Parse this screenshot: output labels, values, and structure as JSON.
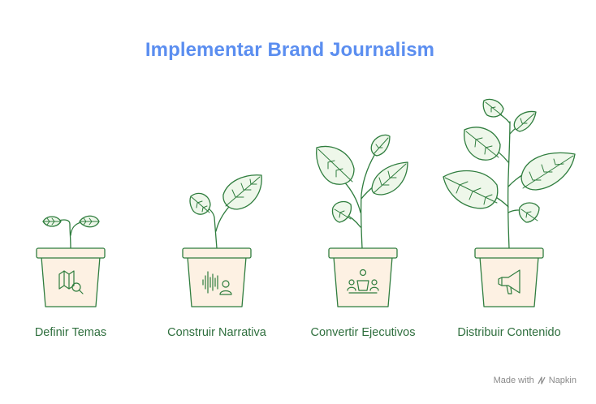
{
  "title": "Implementar Brand Journalism",
  "steps": [
    {
      "label": "Definir Temas",
      "icon": "map-search-icon"
    },
    {
      "label": "Construir Narrativa",
      "icon": "audio-wave-person-icon"
    },
    {
      "label": "Convertir Ejecutivos",
      "icon": "speaker-audience-icon"
    },
    {
      "label": "Distribuir Contenido",
      "icon": "megaphone-icon"
    }
  ],
  "footer": {
    "made_with": "Made with",
    "brand": "Napkin"
  },
  "colors": {
    "title": "#5b8ef0",
    "stroke": "#2f7d3e",
    "leaf": "#eef7ea",
    "pot": "#fdf1e3",
    "label": "#2f6f3e"
  }
}
